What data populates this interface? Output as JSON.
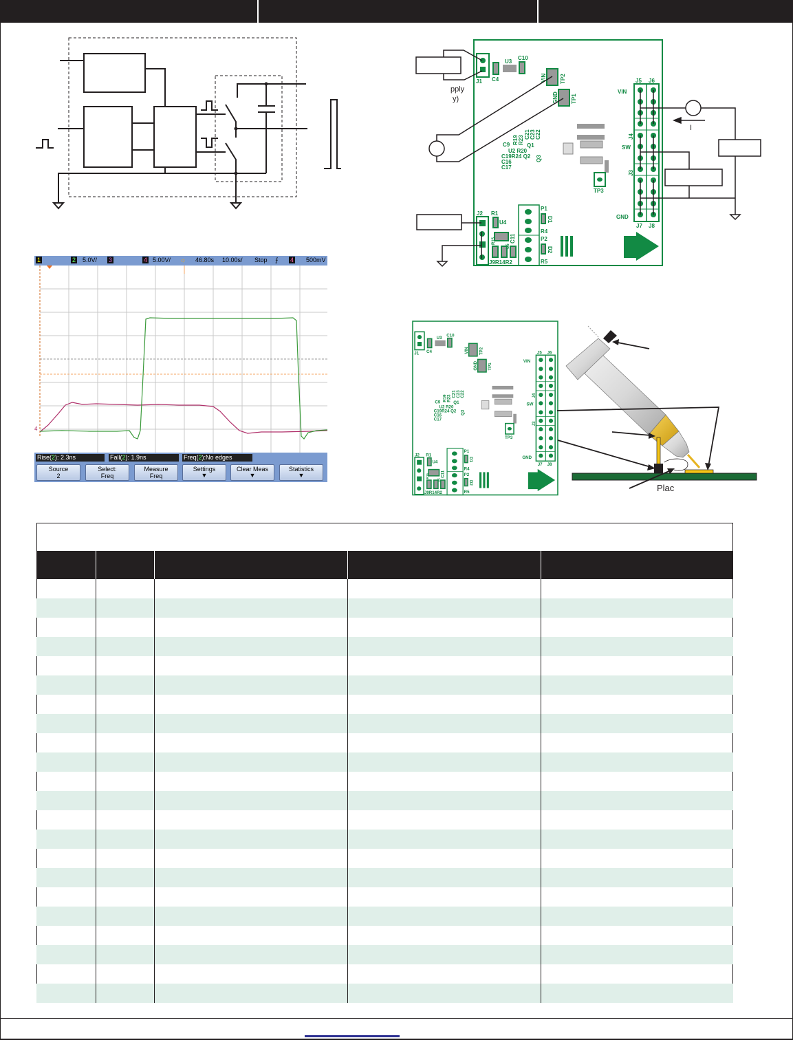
{
  "header": {
    "cells": [
      "",
      "",
      ""
    ]
  },
  "scope": {
    "ch1": "1",
    "ch2": "2",
    "ch2_scale": "5.0V/",
    "ch3": "3",
    "ch4": "4",
    "ch4_scale": "5.00V/",
    "delay": "46.80s",
    "timebase": "10.00s/",
    "run_state": "Stop",
    "trig_src": "4",
    "trig_level": "500mV",
    "rise_label": "Rise",
    "rise_ch": "2",
    "rise_value": "): 2.3ns",
    "fall_label": "Fall",
    "fall_ch": "2",
    "fall_value": "): 1.9ns",
    "freq_label": "Freq",
    "freq_ch": "2",
    "freq_value": "):No edges",
    "buttons": [
      {
        "line1": "Source",
        "line2": "2"
      },
      {
        "line1": "Select:",
        "line2": "Freq"
      },
      {
        "line1": "Measure",
        "line2": "Freq"
      },
      {
        "line1": "Settings",
        "line2": ""
      },
      {
        "line1": "Clear Meas",
        "line2": ""
      },
      {
        "line1": "Statistics",
        "line2": ""
      }
    ],
    "colors": {
      "ch2": "#3a9a3a",
      "ch4": "#b0306a",
      "bar": "#7b9bd0"
    }
  },
  "pcb": {
    "labels": [
      "J1",
      "C4",
      "U3",
      "C10",
      "VIN",
      "TP2",
      "GND",
      "TP1",
      "J5",
      "J6",
      "VIN",
      "J4",
      "SW",
      "J3",
      "GND",
      "J7",
      "J8",
      "TP3",
      "J2",
      "R1",
      "U4",
      "C11",
      "P1",
      "R4",
      "P2",
      "R5",
      "D1",
      "D2",
      "J9R14R2",
      "C9",
      "R19",
      "R23",
      "C21",
      "C23",
      "C22",
      "Q1",
      "U2 R20",
      "C19R24 Q2",
      "Q3",
      "C16",
      "C17",
      "R15",
      "U5"
    ],
    "supply_text_1": "pply",
    "supply_text_2": "y)",
    "current_label": "I",
    "color": "#128a44"
  },
  "probe": {
    "place_label": "Plac"
  },
  "table": {
    "title": "",
    "headers": [
      "",
      "",
      "",
      "",
      ""
    ],
    "rows": 22
  },
  "footer": {
    "link": ""
  }
}
